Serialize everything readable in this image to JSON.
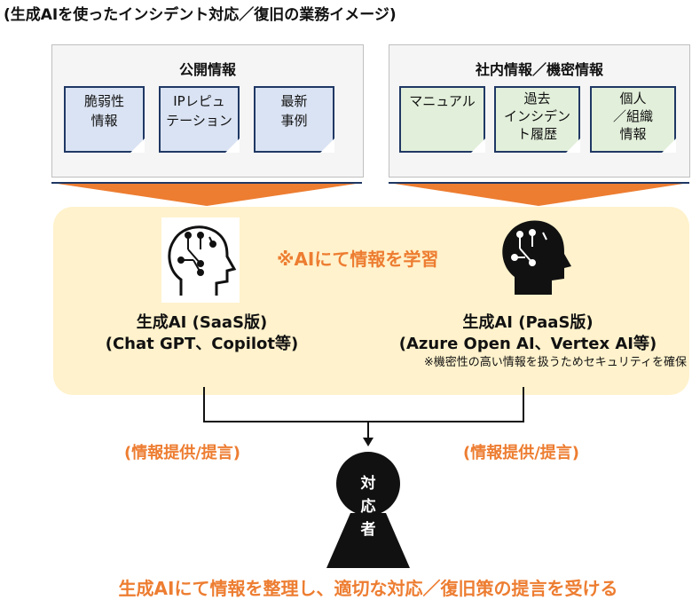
{
  "title": "(生成AIを使ったインシデント対応／復旧の業務イメージ)",
  "public_info": {
    "title": "公開情報",
    "notes": [
      "脆弱性\n情報",
      "IPレピュ\nテーション",
      "最新\n事例"
    ]
  },
  "internal_info": {
    "title": "社内情報／機密情報",
    "notes": [
      "マニュアル",
      "過去\nインシデン\nト履歴",
      "個人\n／組織\n情報"
    ]
  },
  "learning_text": "※AIにて情報を学習",
  "saas": {
    "line1": "生成AI (SaaS版)",
    "line2": "(Chat GPT、Copilot等)"
  },
  "paas": {
    "line1": "生成AI (PaaS版)",
    "line2": "(Azure Open AI、Vertex AI等)",
    "note": "※機密性の高い情報を扱うためセキュリティを確保"
  },
  "provide_left": "(情報提供/提言)",
  "provide_right": "(情報提供/提言)",
  "responder": "対\n応\n者",
  "bottom_text": "生成AIにて情報を整理し、適切な対応／復旧策の提言を受ける",
  "colors": {
    "accent": "#ed7d31",
    "note_blue": "#dae3f3",
    "note_green": "#e2efda",
    "panel": "#fff2cc"
  }
}
